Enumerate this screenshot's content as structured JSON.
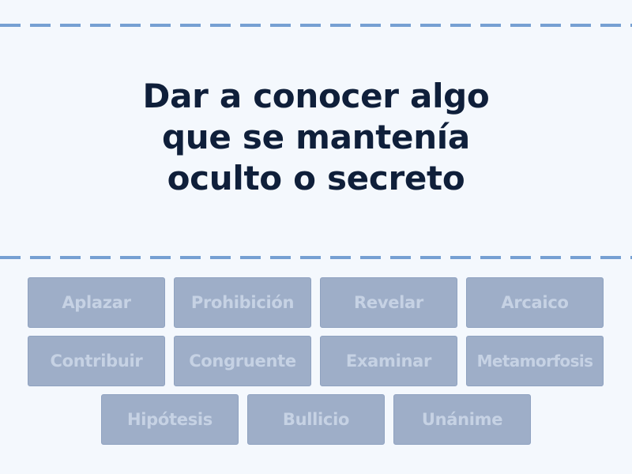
{
  "question": {
    "text": "Dar a conocer algo\nque se mantenía\noculto o secreto"
  },
  "answers": [
    {
      "label": "Aplazar"
    },
    {
      "label": "Prohibición"
    },
    {
      "label": "Revelar"
    },
    {
      "label": "Arcaico"
    },
    {
      "label": "Contribuir"
    },
    {
      "label": "Congruente"
    },
    {
      "label": "Examinar"
    },
    {
      "label": "Metamorfosis"
    },
    {
      "label": "Hipótesis"
    },
    {
      "label": "Bullicio"
    },
    {
      "label": "Unánime"
    }
  ],
  "colors": {
    "background": "#f4f8fd",
    "dash": "#76a0d3",
    "question_text": "#0f1f3a",
    "tile_fill": "#9eaec8",
    "tile_text": "#c6d2e4"
  }
}
